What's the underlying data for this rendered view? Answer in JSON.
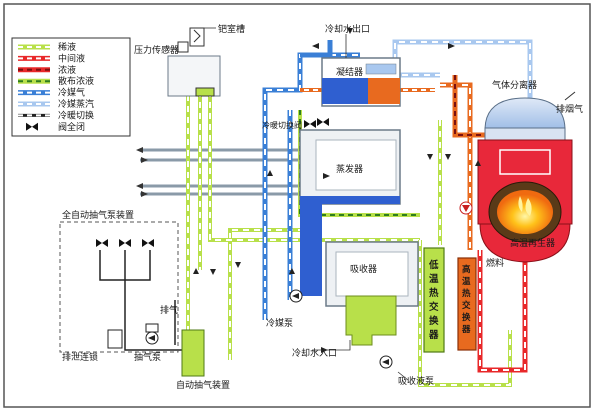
{
  "legend": {
    "items": [
      {
        "label": "稀液",
        "color": "#b8e04a",
        "stripe": "#ffffff",
        "style": "dashed"
      },
      {
        "label": "中间液",
        "color": "#e8282a",
        "stripe": "#ffffff",
        "style": "dashed"
      },
      {
        "label": "浓液",
        "color": "#e8282a",
        "stripe": "#7a1010",
        "style": "dashed"
      },
      {
        "label": "散布浓液",
        "color": "#b8e04a",
        "stripe": "#2e7d1e",
        "style": "dashed"
      },
      {
        "label": "冷媒气",
        "color": "#3a7fd6",
        "stripe": "#ffffff",
        "style": "dashed"
      },
      {
        "label": "冷媒蒸汽",
        "color": "#a9c8ef",
        "stripe": "#ffffff",
        "style": "dashed"
      },
      {
        "label": "冷暖切换",
        "color": "#222222",
        "stripe": "#ffffff",
        "style": "dashed-thin"
      },
      {
        "label": "阀全闭",
        "color": "#111111",
        "stripe": "",
        "style": "valve"
      }
    ]
  },
  "labels": {
    "pressure_sensor": "压力传感器",
    "palladium_cell": "钯室槽",
    "cooling_water_out": "冷却水出口",
    "condenser": "凝结器",
    "gas_separator": "气体分离器",
    "exhaust": "排烟气",
    "switch_valve": "冷暖切换阀",
    "evaporator": "蒸发器",
    "vacuum_unit_title": "全自动抽气泵装置",
    "vent": "排气",
    "drain_interlock": "排泄连锁",
    "vacuum_pump": "抽气泵",
    "auto_purge": "自动抽气装置",
    "absorber": "吸收器",
    "refrigerant_pump": "冷媒泵",
    "cooling_water_in": "冷却水入口",
    "solution_pump": "吸收液泵",
    "fuel": "燃料",
    "hp_generator": "高温再生器",
    "lt_hex": "低温热交换器",
    "ht_hex": "高温热交换器"
  },
  "colors": {
    "dilute": "#b8e04a",
    "middle": "#e8282a",
    "strong": "#e8282a",
    "vapor": "#3a7fd6",
    "steam": "#a9c8ef",
    "orange": "#e86a1f",
    "vessel_gray": "#e9edf1",
    "gen_red": "#e8283a"
  }
}
